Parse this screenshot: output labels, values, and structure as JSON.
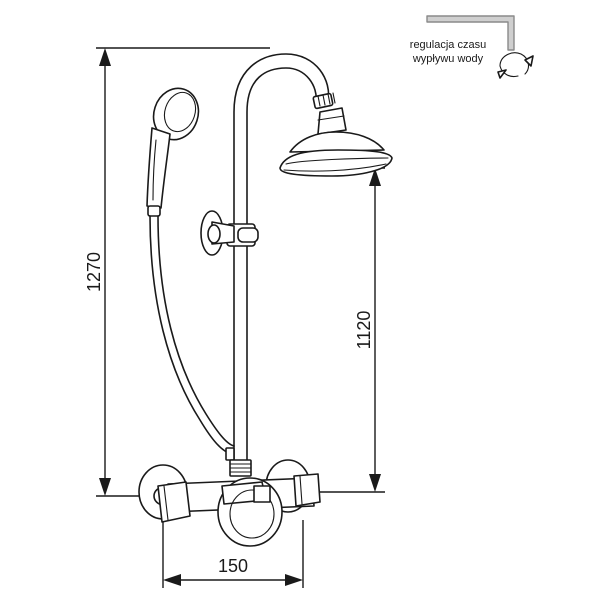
{
  "dimensions": {
    "total_height": "1270",
    "head_height": "1120",
    "spacing": "150"
  },
  "note": {
    "line1": "regulacja czasu",
    "line2": "wypływu wody"
  },
  "colors": {
    "line": "#1a1a1a",
    "lever": "#cfcfcf",
    "lever_outline": "#8a8a8a"
  }
}
